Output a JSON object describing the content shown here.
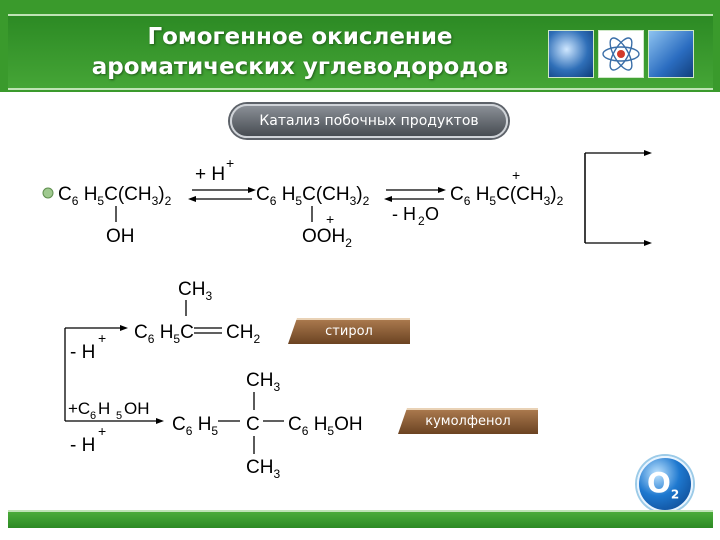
{
  "header": {
    "title_line1": "Гомогенное окисление",
    "title_line2": "ароматических углеводородов",
    "thumbnails": [
      "molecule-image",
      "atom-image",
      "flask-image"
    ]
  },
  "subtitle": "Катализ побочных продуктов",
  "scheme": {
    "row1": {
      "reagent1": "+ H",
      "reagent2": "- H",
      "reagent2_tail": "O"
    },
    "products": {
      "styrene_label": "стирол",
      "phenol_label": "кумолфенол"
    },
    "steps": {
      "minus_h": "- H",
      "plus_phenol": "+C",
      "plus_phenol_tail": "OH"
    }
  },
  "colors": {
    "header_green": "#3a9a2c",
    "tag_brown": "#8b5a2b",
    "pill_gray": "#5d6269"
  }
}
